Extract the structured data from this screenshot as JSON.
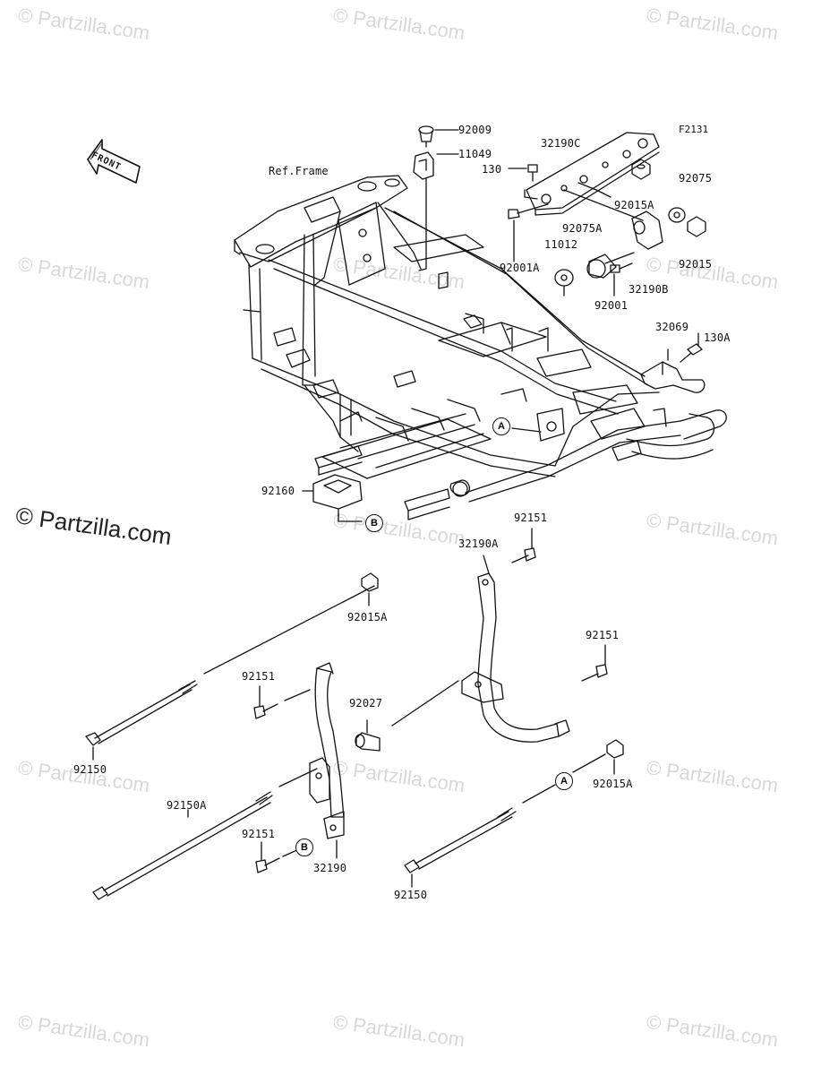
{
  "figure_id": "F2131",
  "front_label": "FRONT",
  "ref_frame_label": "Ref.Frame",
  "watermark": "© Partzilla.com",
  "parts": {
    "p92009": "92009",
    "p11049": "11049",
    "p32190C": "32190C",
    "p130": "130",
    "p92075": "92075",
    "p92015A_top": "92015A",
    "p92075A": "92075A",
    "p11012": "11012",
    "p92015_top": "92015",
    "p92001A": "92001A",
    "p32190B": "32190B",
    "p92001": "92001",
    "p32069": "32069",
    "p130A": "130A",
    "p92160": "92160",
    "p92151_a": "92151",
    "p32190A": "32190A",
    "p92015A_mid": "92015A",
    "p92151_b": "92151",
    "p92151_c": "92151",
    "p92027": "92027",
    "p92150_left": "92150",
    "p92150A": "92150A",
    "p92151_d": "92151",
    "p32190": "32190",
    "p92015A_bot": "92015A",
    "p92150_bot": "92150"
  },
  "refs": {
    "A": "A",
    "B": "B"
  }
}
